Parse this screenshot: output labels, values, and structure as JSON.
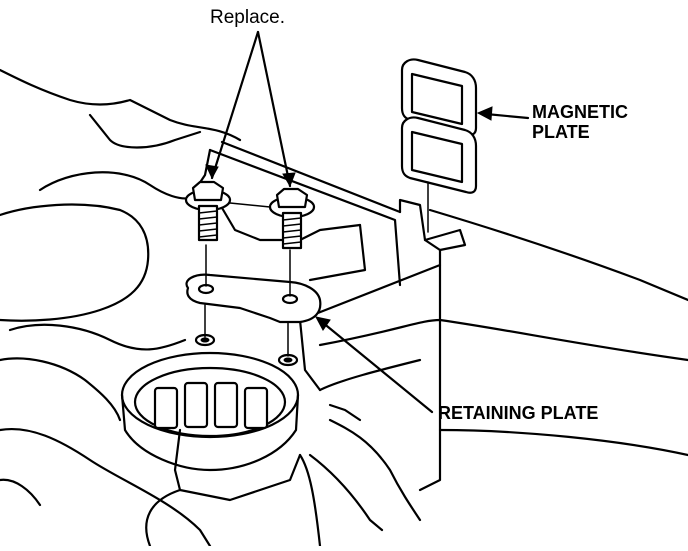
{
  "labels": {
    "replace": "Replace.",
    "magnetic_line1": "MAGNETIC",
    "magnetic_line2": "PLATE",
    "retaining": "RETAINING PLATE"
  }
}
